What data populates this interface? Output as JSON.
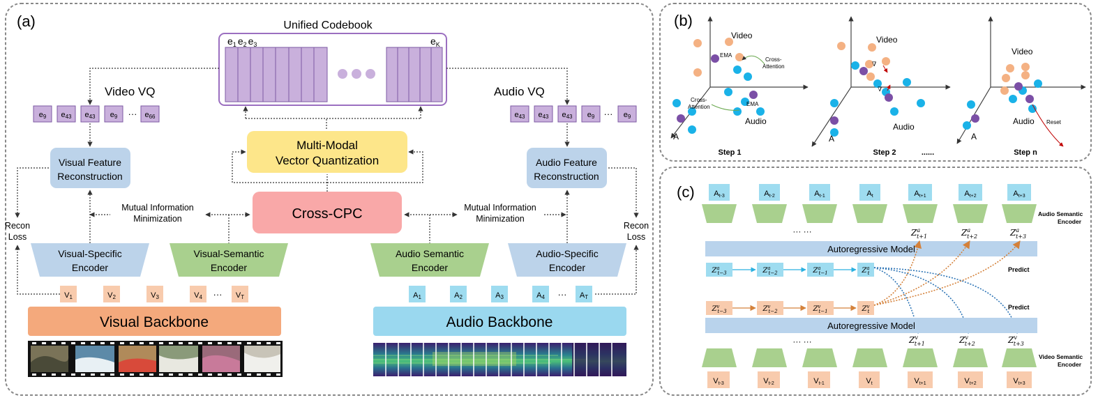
{
  "colors": {
    "codebook_purple": "#c9b0dc",
    "codebook_border": "#9b6fc0",
    "vq_yellow": "#fde68a",
    "cpc_pink": "#f9a8a8",
    "feature_blue": "#bcd3ea",
    "semantic_green": "#a9d08e",
    "visual_backbone": "#f4a97c",
    "audio_backbone": "#9ad8ef",
    "token_peach": "#f8cbad",
    "token_cyan": "#9edcf0",
    "ar_blue": "#b9d3ec",
    "dot_orange": "#f4b183",
    "dot_blue": "#1ab2e8",
    "dot_purple": "#7b4fa6"
  },
  "panel_a": {
    "label": "(a)",
    "codebook_title": "Unified Codebook",
    "codebook_labels": {
      "e1": "e",
      "s1": "1",
      "e2": "e",
      "s2": "2",
      "e3": "e",
      "s3": "3",
      "eK": "e",
      "sK": "K"
    },
    "video_vq_title": "Video VQ",
    "audio_vq_title": "Audio VQ",
    "video_vq_tokens": [
      "9",
      "43",
      "43",
      "9",
      "66"
    ],
    "audio_vq_tokens": [
      "43",
      "43",
      "43",
      "9",
      "9"
    ],
    "e_letter": "e",
    "ellipsis": "···",
    "mmvq_line1": "Multi-Modal",
    "mmvq_line2": "Vector Quantization",
    "cross_cpc": "Cross-CPC",
    "visual_recon_line1": "Visual Feature",
    "visual_recon_line2": "Reconstruction",
    "audio_recon_line1": "Audio Feature",
    "audio_recon_line2": "Reconstruction",
    "mi_line1": "Mutual Information",
    "mi_line2": "Minimization",
    "recon_loss_line1": "Recon",
    "recon_loss_line2": "Loss",
    "visual_specific_line1": "Visual-Specific",
    "visual_specific_line2": "Encoder",
    "visual_semantic_line1": "Visual-Semantic",
    "visual_semantic_line2": "Encoder",
    "audio_semantic_line1": "Audio Semantic",
    "audio_semantic_line2": "Encoder",
    "audio_specific_line1": "Audio-Specific",
    "audio_specific_line2": "Encoder",
    "v_tokens": [
      [
        "V",
        "1"
      ],
      [
        "V",
        "2"
      ],
      [
        "V",
        "3"
      ],
      [
        "V",
        "4"
      ],
      [
        "V",
        "T"
      ]
    ],
    "a_tokens": [
      [
        "A",
        "1"
      ],
      [
        "A",
        "2"
      ],
      [
        "A",
        "3"
      ],
      [
        "A",
        "4"
      ],
      [
        "A",
        "T"
      ]
    ],
    "visual_backbone": "Visual Backbone",
    "audio_backbone": "Audio Backbone"
  },
  "panel_b": {
    "label": "(b)",
    "video": "Video",
    "audio": "Audio",
    "axis_a": "A",
    "ema": "EMA",
    "cross_attention_1": "Cross-",
    "cross_attention_2": "Attention",
    "reset": "Reset",
    "grad_label": "∇",
    "step1": "Step 1",
    "step2": "Step 2",
    "stepn": "Step n",
    "dots": "......"
  },
  "panel_c": {
    "label": "(c)",
    "top_tokens": [
      [
        "A",
        "t-3"
      ],
      [
        "A",
        "t-2"
      ],
      [
        "A",
        "t-1"
      ],
      [
        "A",
        "t"
      ],
      [
        "A",
        "t+1"
      ],
      [
        "A",
        "t+2"
      ],
      [
        "A",
        "t+3"
      ]
    ],
    "bottom_tokens": [
      [
        "V",
        "t-3"
      ],
      [
        "V",
        "t-2"
      ],
      [
        "V",
        "t-1"
      ],
      [
        "V",
        "t"
      ],
      [
        "V",
        "t+1"
      ],
      [
        "V",
        "t+2"
      ],
      [
        "V",
        "t+3"
      ]
    ],
    "audio_encoder_line1": "Audio Semantic",
    "audio_encoder_line2": "Encoder",
    "video_encoder_line1": "Video Semantic",
    "video_encoder_line2": "Encoder",
    "ar_model": "Autoregressive Model",
    "predict": "Predict",
    "ellipsis": "··· ···",
    "z_letter": "Z",
    "z_a_sup": "a",
    "z_v_sup": "v",
    "z_top_subs": [
      "t+1",
      "t+2",
      "t+3"
    ],
    "z_bottom_subs": [
      "t+1",
      "t+2",
      "t+3"
    ],
    "zhat_subs": [
      "t−3",
      "t−2",
      "t−1",
      "t"
    ]
  }
}
